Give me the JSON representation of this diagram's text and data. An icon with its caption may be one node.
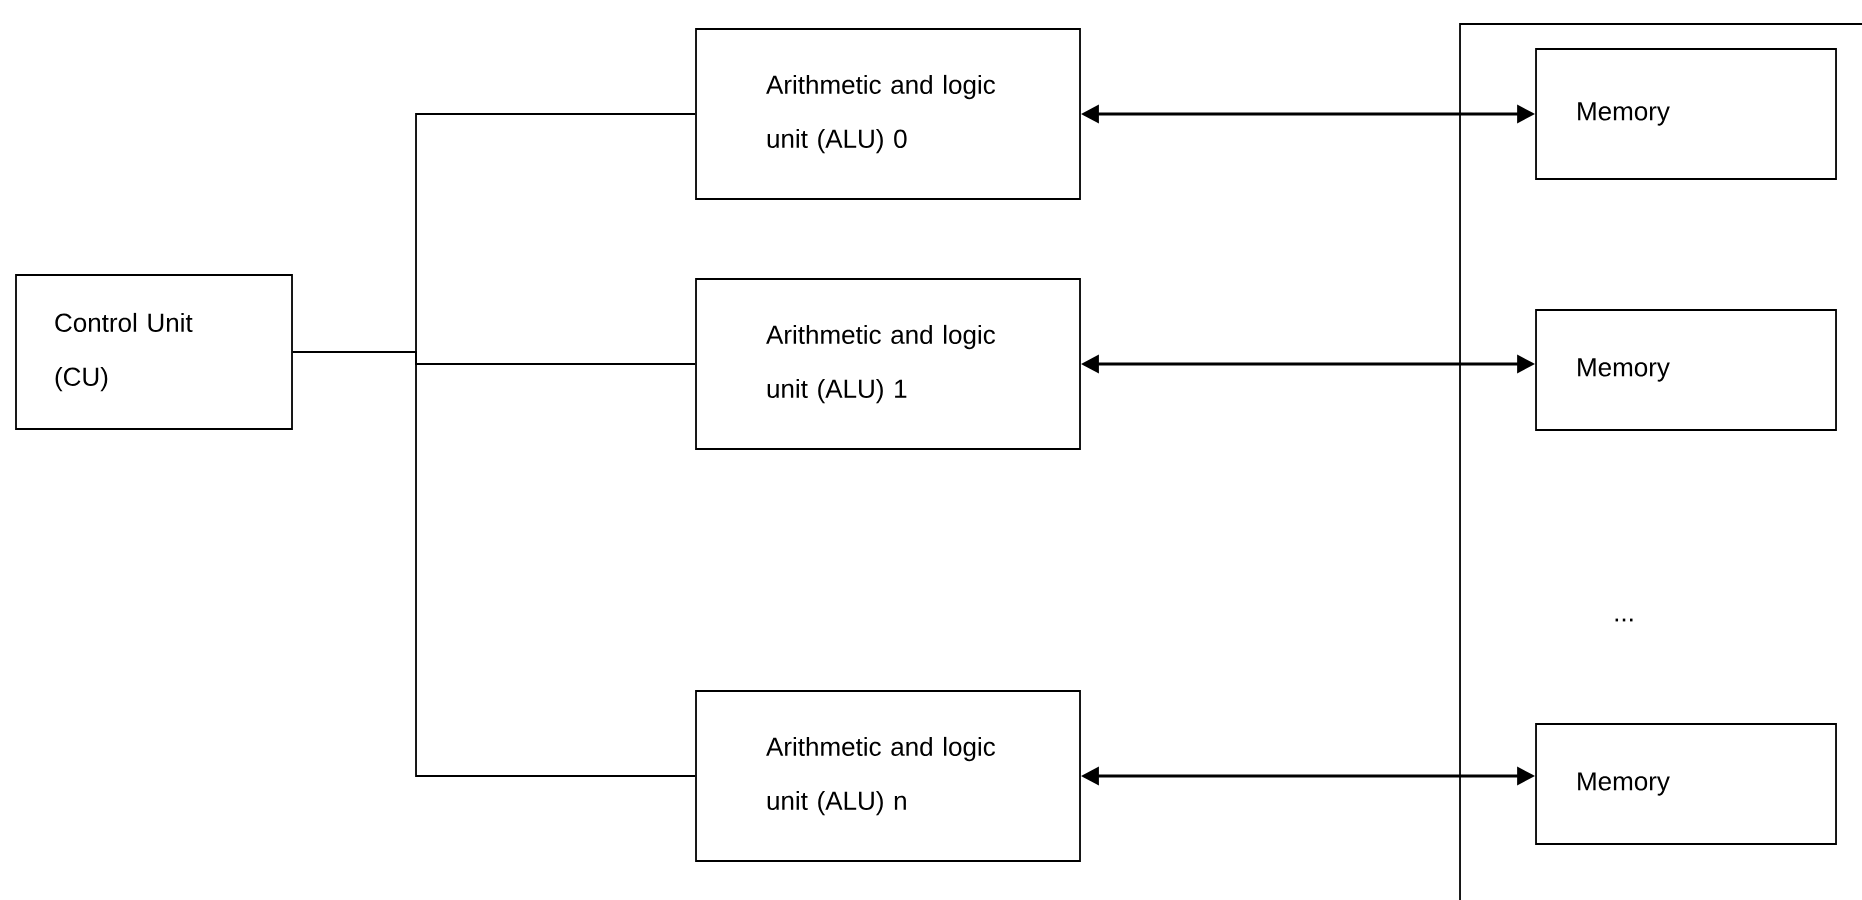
{
  "diagram": {
    "nodes": [
      {
        "text": [
          "Control Unit (CU)"
        ]
      },
      {
        "text": [
          "Arithmetic and logic unit (ALU) 0"
        ]
      },
      {
        "text": [
          "Arithmetic and logic unit (ALU) 1"
        ]
      },
      {
        "text": [
          "Arithmetic and logic unit (ALU) n"
        ]
      },
      {
        "text": [
          "Memory"
        ]
      },
      {
        "text": [
          "Memory"
        ]
      },
      {
        "text": [
          "Memory"
        ]
      }
    ],
    "edges": [
      {
        "from": 0,
        "to": 1,
        "arrow": "none"
      },
      {
        "from": 0,
        "to": 2,
        "arrow": "none"
      },
      {
        "from": 0,
        "to": 3,
        "arrow": "none"
      },
      {
        "from": 1,
        "to": 4,
        "arrow": "both"
      },
      {
        "from": 2,
        "to": 5,
        "arrow": "both"
      },
      {
        "from": 3,
        "to": 6,
        "arrow": "both"
      }
    ],
    "labels": [
      "..."
    ]
  }
}
